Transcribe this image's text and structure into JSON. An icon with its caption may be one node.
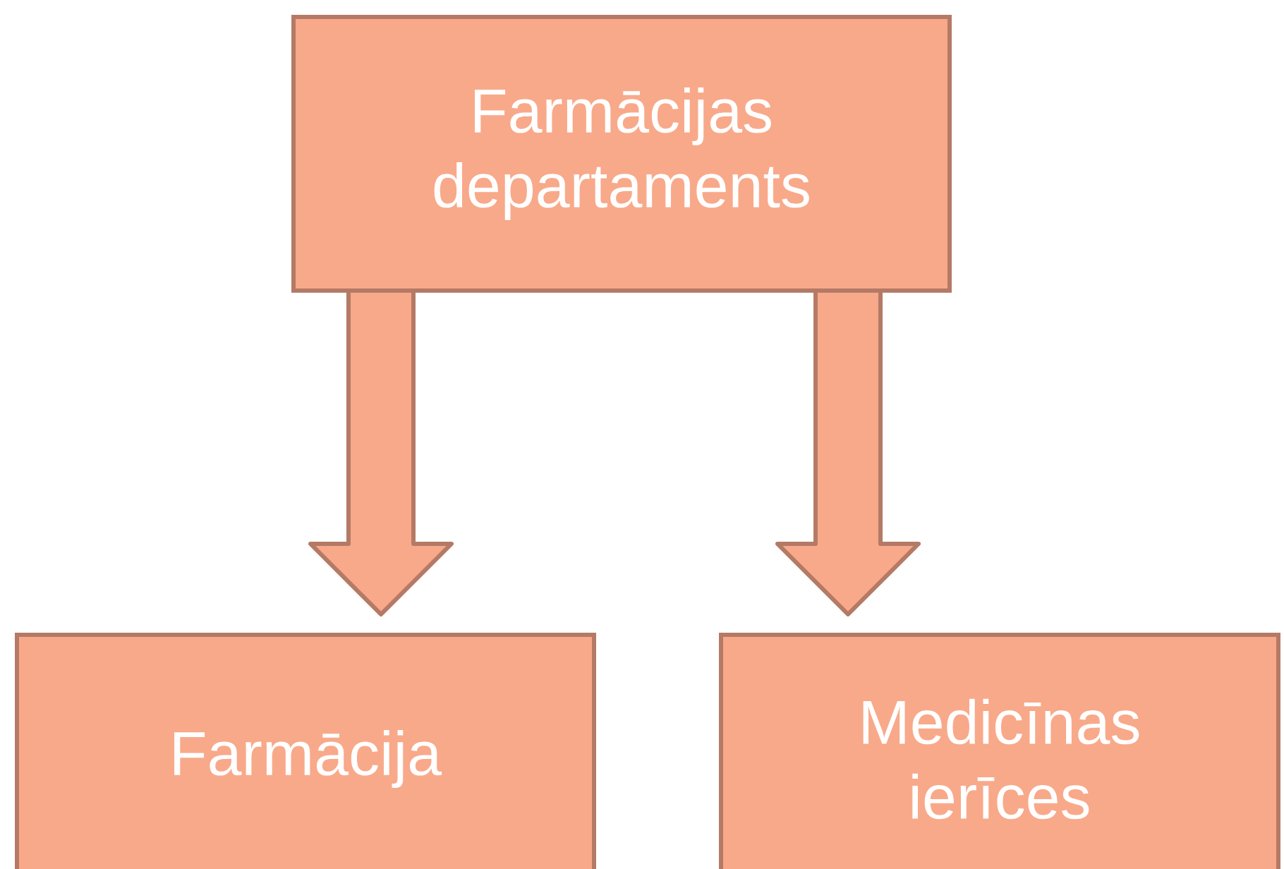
{
  "diagram": {
    "nodes": [
      {
        "text": [
          "Farmācijas departaments"
        ]
      },
      {
        "text": [
          "Farmācija"
        ]
      },
      {
        "text": [
          "Medicīnas ierīces"
        ]
      }
    ],
    "edges": [
      {
        "from": 0,
        "to": 1,
        "arrow": "to"
      },
      {
        "from": 0,
        "to": 2,
        "arrow": "to"
      }
    ]
  }
}
